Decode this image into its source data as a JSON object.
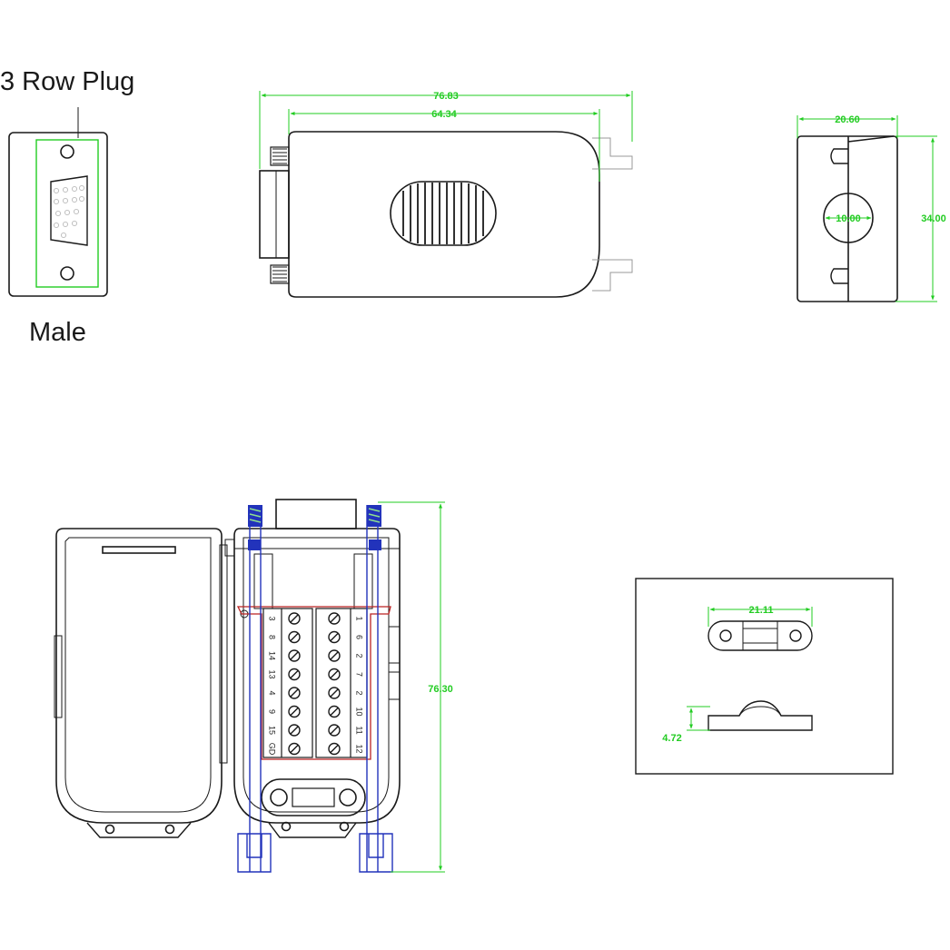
{
  "labels": {
    "plug_title": "3 Row Plug",
    "gender": "Male"
  },
  "dimensions": {
    "overall_length": "76.83",
    "body_length": "64.34",
    "width": "20.60",
    "height": "34.00",
    "hole_diameter": "10.00",
    "open_length": "76.30",
    "clamp_width": "21.11",
    "clamp_height": "4.72"
  },
  "terminal_pins": {
    "left_column": [
      "3",
      "8",
      "14",
      "13",
      "4",
      "9",
      "15",
      "GD"
    ],
    "right_column": [
      "1",
      "6",
      "2",
      "7",
      "2",
      "10",
      "11",
      "12"
    ]
  },
  "colors": {
    "line": "#1a1a1a",
    "dimension": "#22cc22",
    "accent_blue": "#2233bb",
    "accent_red": "#bb2222"
  }
}
